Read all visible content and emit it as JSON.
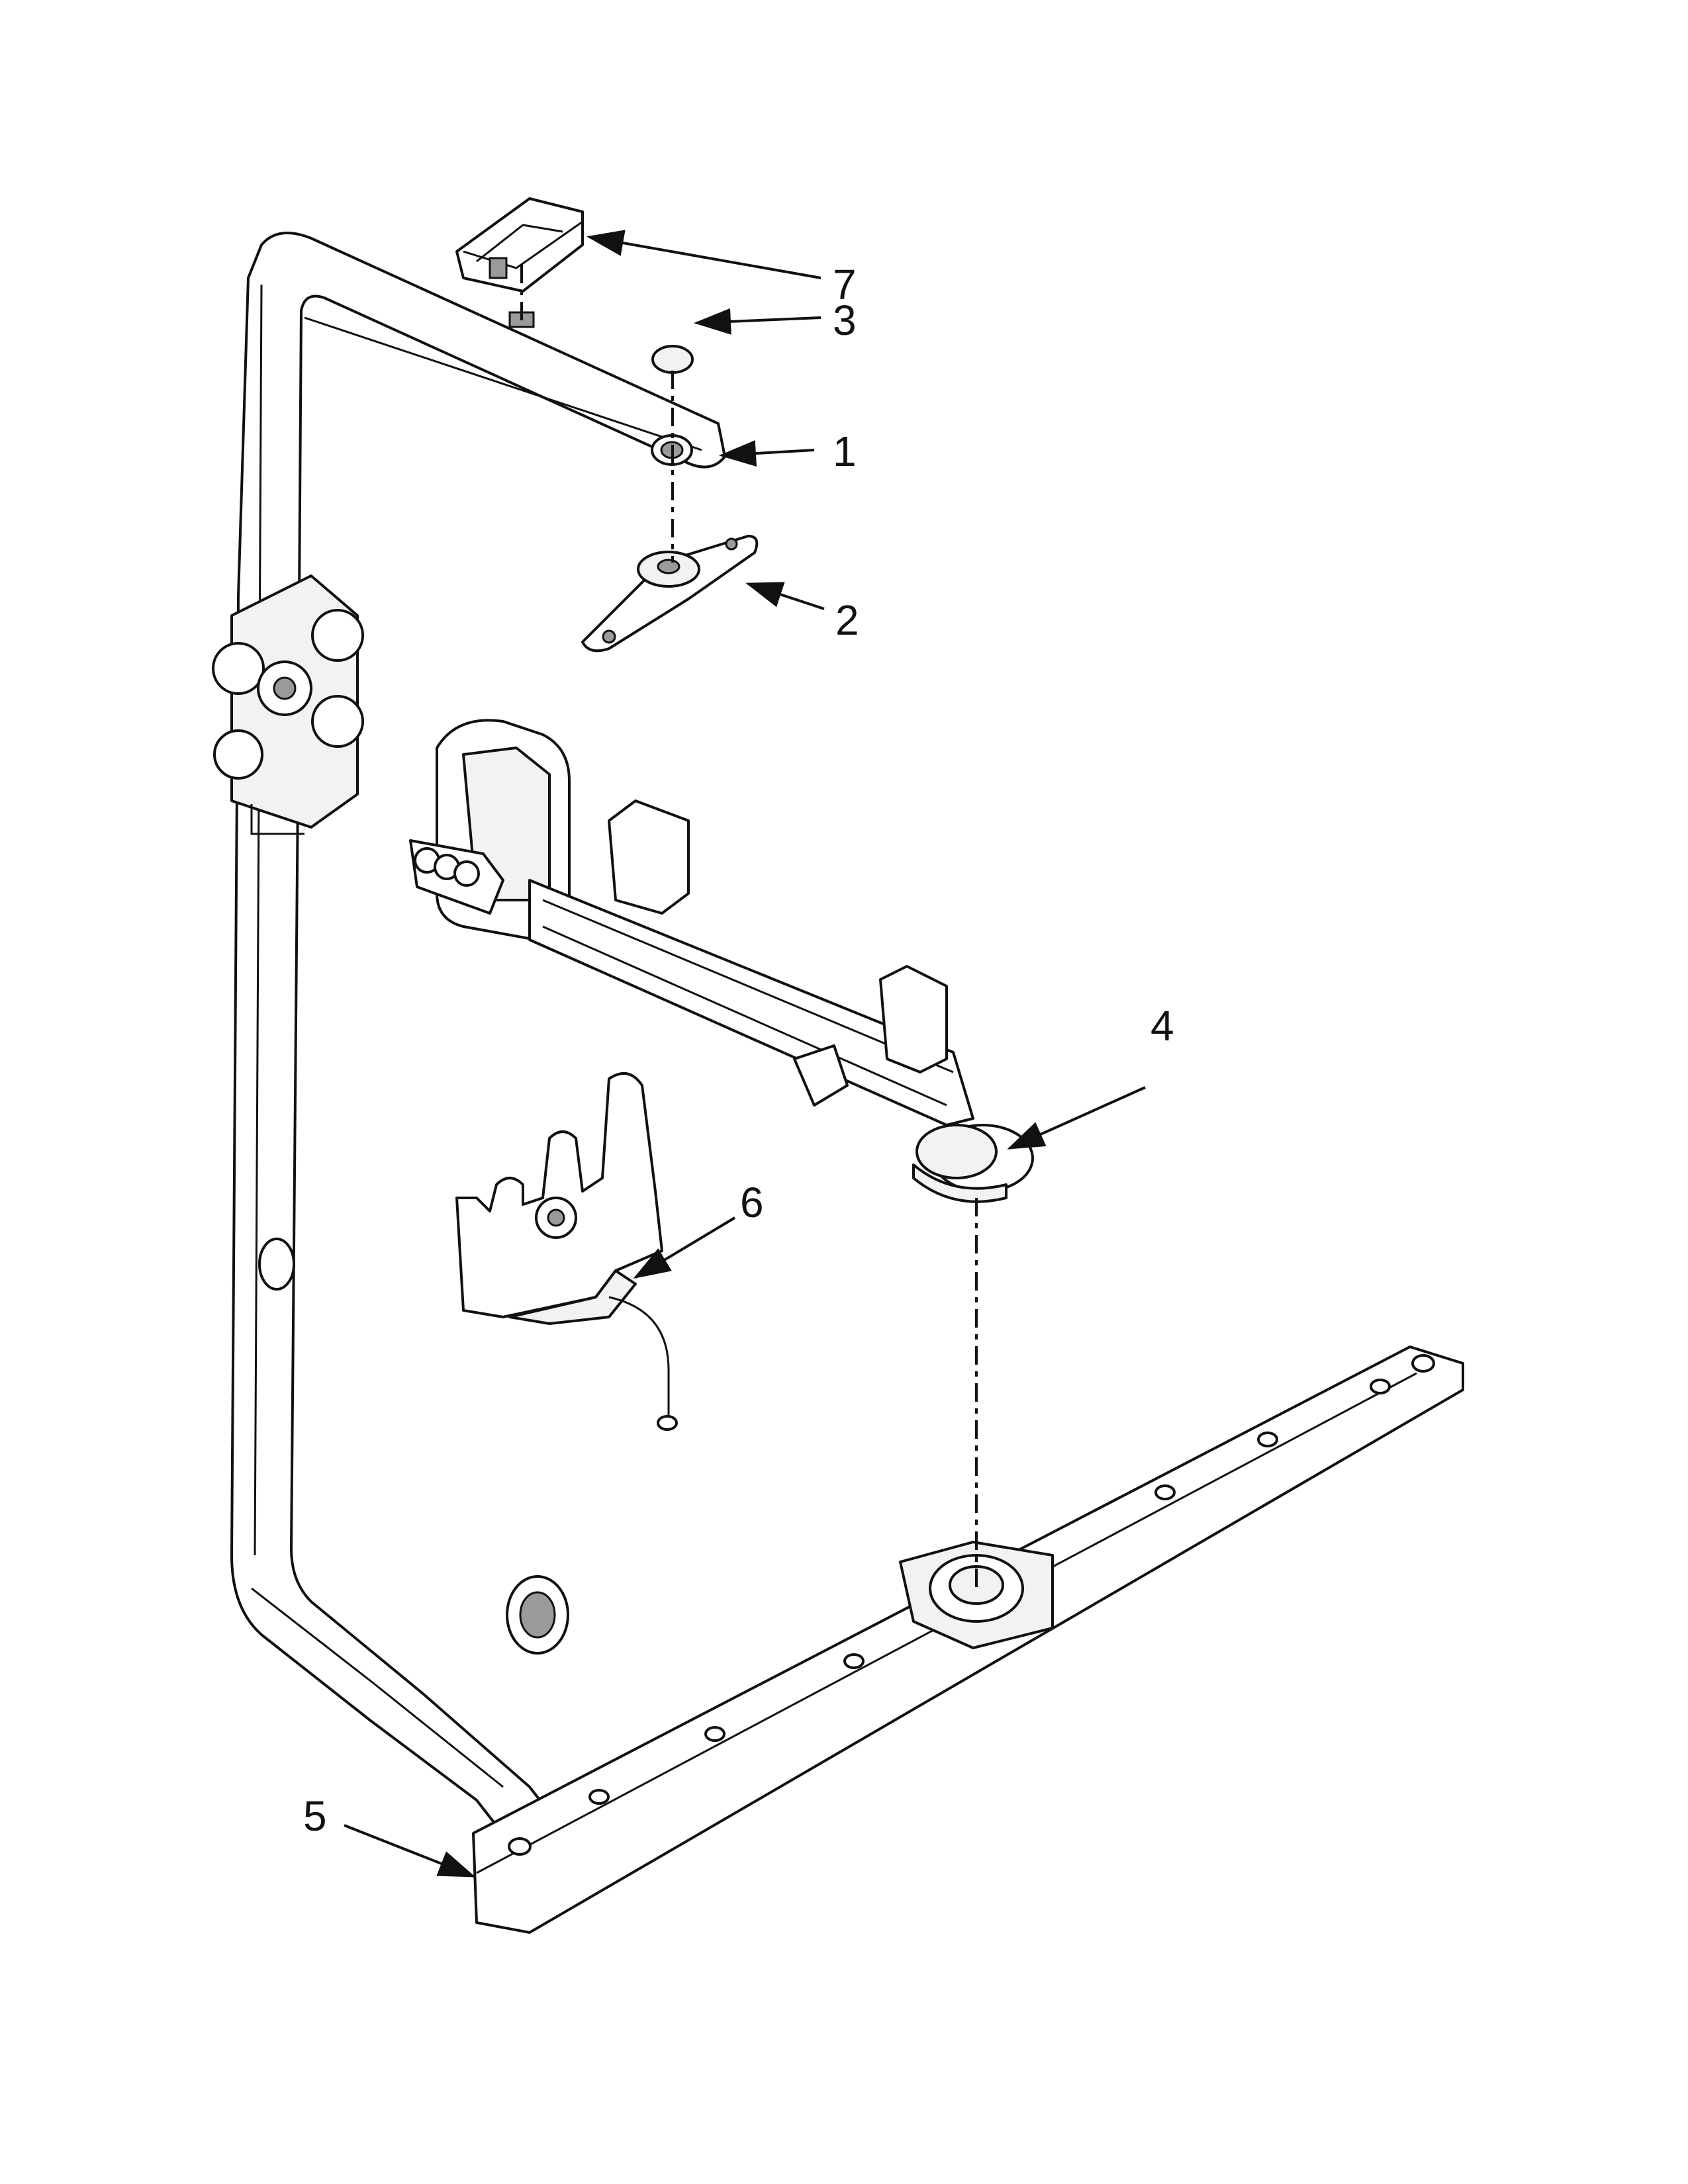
{
  "diagram": {
    "callouts": [
      {
        "id": "7",
        "label": "7"
      },
      {
        "id": "3",
        "label": "3"
      },
      {
        "id": "1",
        "label": "1"
      },
      {
        "id": "2",
        "label": "2"
      },
      {
        "id": "4",
        "label": "4"
      },
      {
        "id": "6",
        "label": "6"
      },
      {
        "id": "5",
        "label": "5"
      }
    ]
  }
}
